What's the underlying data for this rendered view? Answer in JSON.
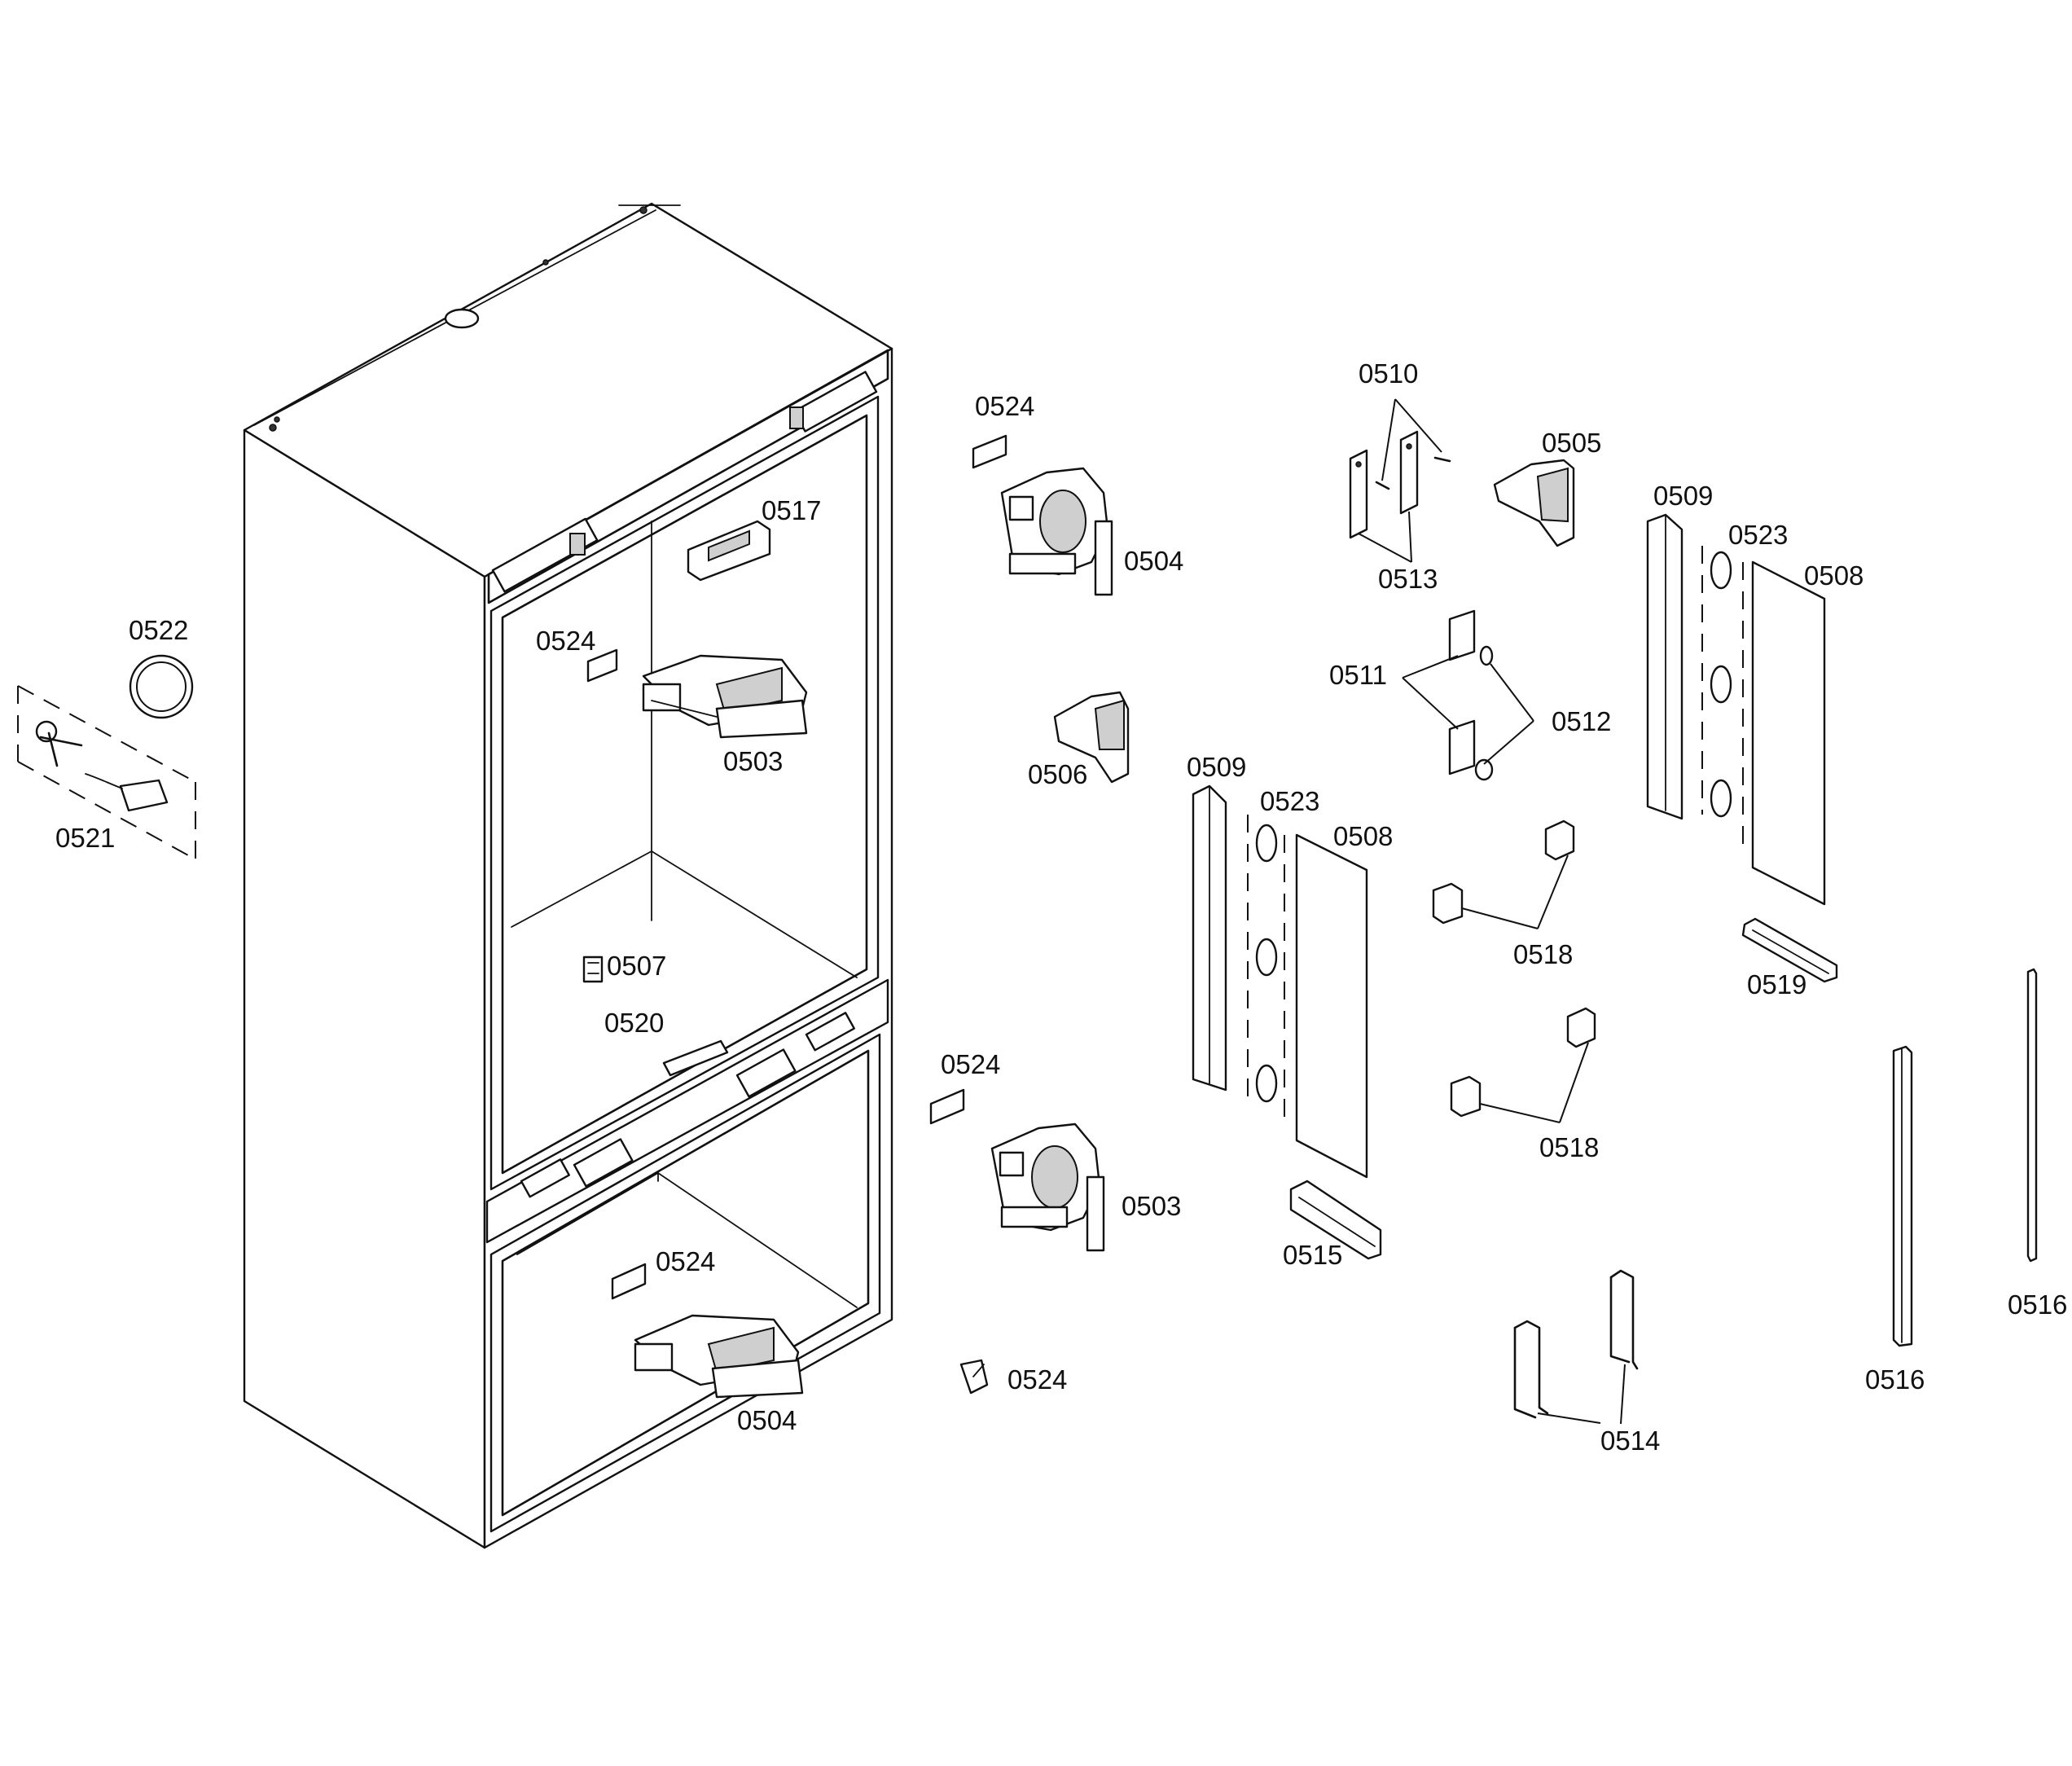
{
  "diagram": {
    "part_labels": [
      {
        "key": "l0524a",
        "text": "0524"
      },
      {
        "key": "l0504a",
        "text": "0504"
      },
      {
        "key": "l0517",
        "text": "0517"
      },
      {
        "key": "l0524b",
        "text": "0524"
      },
      {
        "key": "l0503a",
        "text": "0503"
      },
      {
        "key": "l0522",
        "text": "0522"
      },
      {
        "key": "l0521",
        "text": "0521"
      },
      {
        "key": "l0506",
        "text": "0506"
      },
      {
        "key": "l0507",
        "text": "0507"
      },
      {
        "key": "l0520",
        "text": "0520"
      },
      {
        "key": "l0524c",
        "text": "0524"
      },
      {
        "key": "l0503b",
        "text": "0503"
      },
      {
        "key": "l0524d",
        "text": "0524"
      },
      {
        "key": "l0504b",
        "text": "0504"
      },
      {
        "key": "l0524e",
        "text": "0524"
      },
      {
        "key": "l0510",
        "text": "0510"
      },
      {
        "key": "l0513",
        "text": "0513"
      },
      {
        "key": "l0505",
        "text": "0505"
      },
      {
        "key": "l0511",
        "text": "0511"
      },
      {
        "key": "l0512",
        "text": "0512"
      },
      {
        "key": "l0509a",
        "text": "0509"
      },
      {
        "key": "l0523a",
        "text": "0523"
      },
      {
        "key": "l0508a",
        "text": "0508"
      },
      {
        "key": "l0509b",
        "text": "0509"
      },
      {
        "key": "l0523b",
        "text": "0523"
      },
      {
        "key": "l0508b",
        "text": "0508"
      },
      {
        "key": "l0518a",
        "text": "0518"
      },
      {
        "key": "l0519",
        "text": "0519"
      },
      {
        "key": "l0518b",
        "text": "0518"
      },
      {
        "key": "l0515",
        "text": "0515"
      },
      {
        "key": "l0514",
        "text": "0514"
      },
      {
        "key": "l0516a",
        "text": "0516"
      },
      {
        "key": "l0516b",
        "text": "0516"
      }
    ]
  }
}
